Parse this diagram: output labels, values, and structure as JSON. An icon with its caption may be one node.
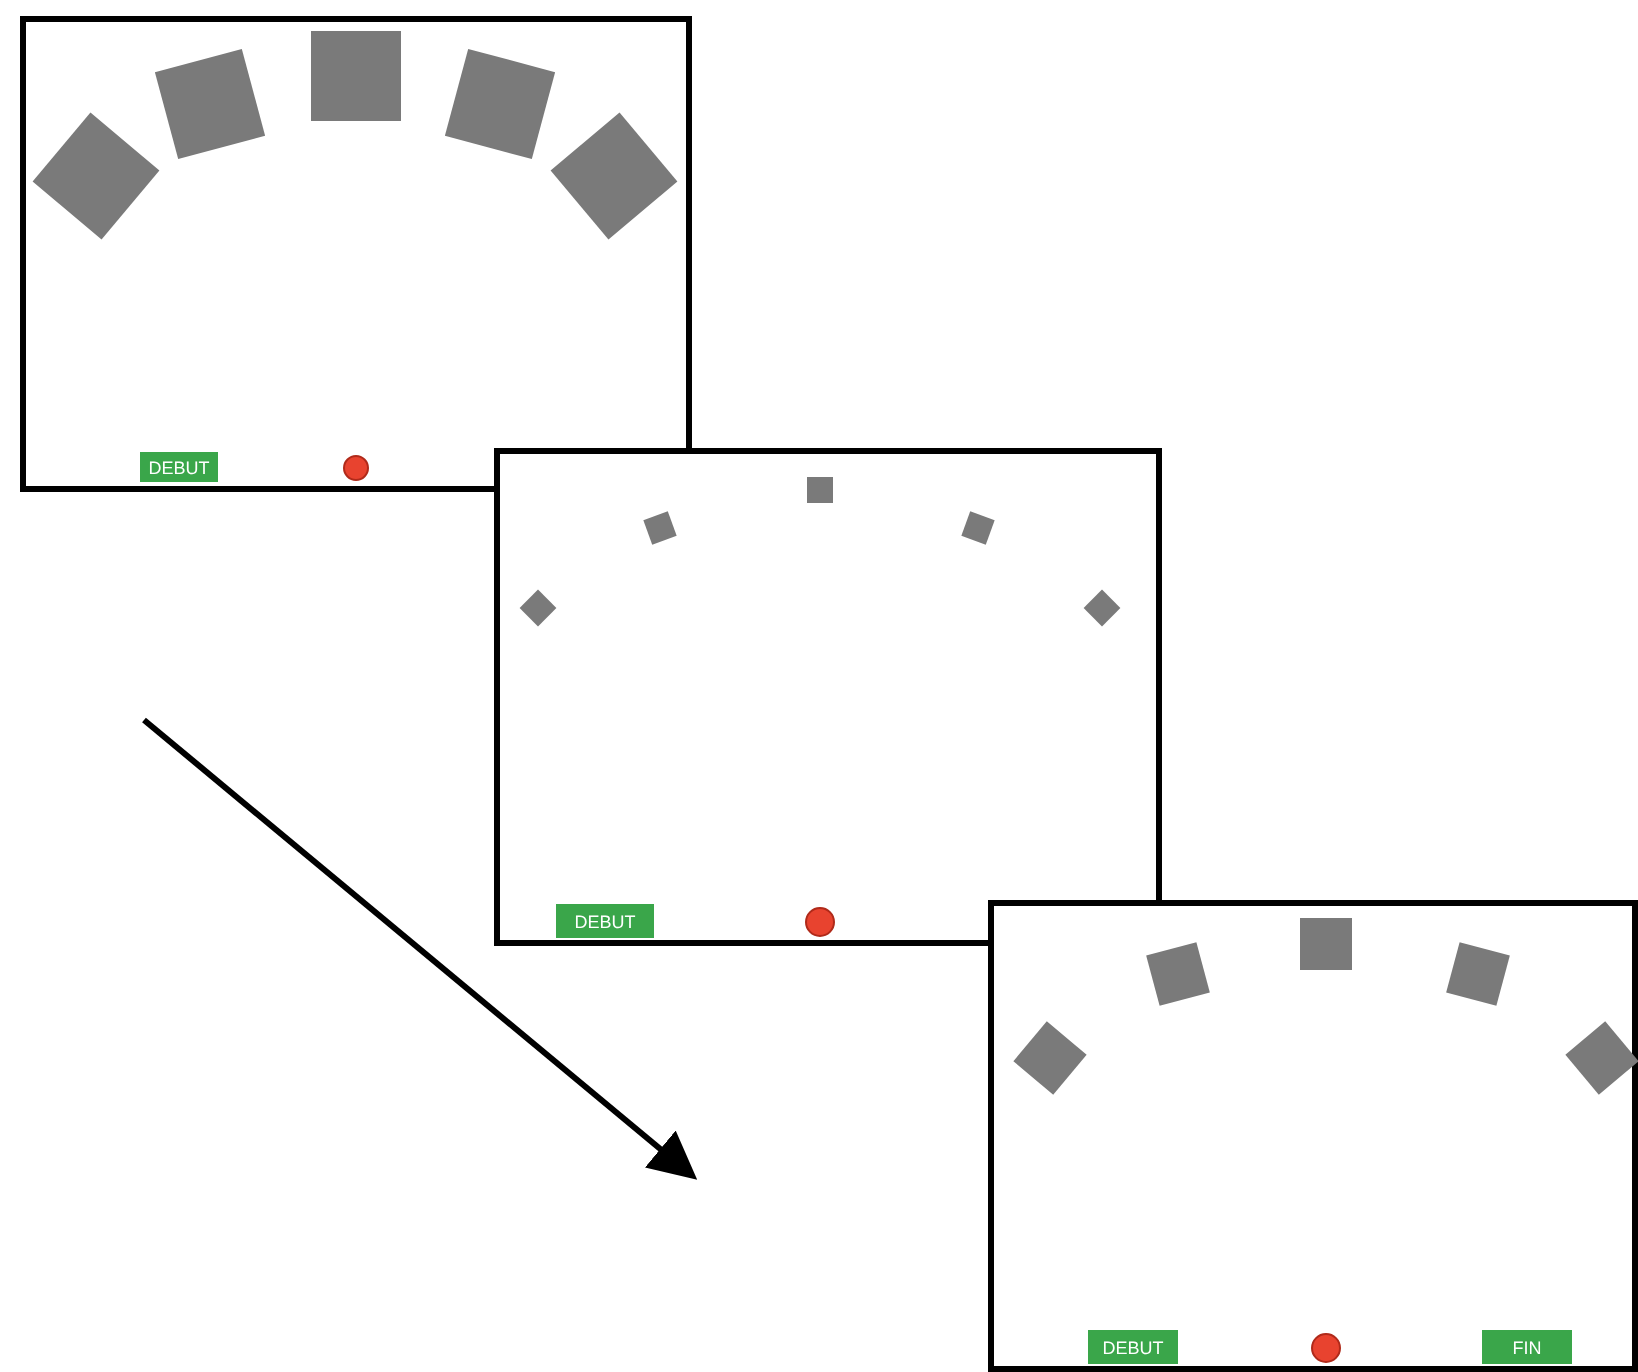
{
  "diagram": {
    "nodes": [
      {
        "text": [],
        "shape": "box"
      },
      {
        "text": [
          "DEBUT"
        ],
        "in": 0
      },
      {
        "text": [],
        "shape": "box"
      },
      {
        "text": [
          "DEBUT"
        ],
        "in": 2
      },
      {
        "text": [],
        "shape": "box"
      },
      {
        "text": [
          "DEBUT"
        ],
        "in": 4
      },
      {
        "text": [
          "FIN"
        ],
        "in": 4
      }
    ]
  }
}
